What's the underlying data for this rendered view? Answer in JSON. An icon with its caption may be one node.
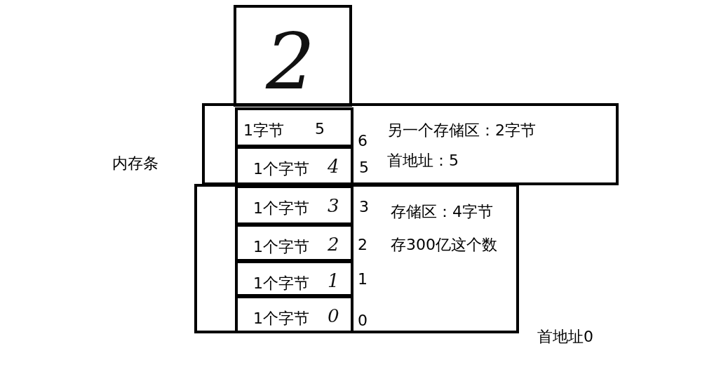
{
  "diagram": {
    "nodes": [
      {
        "text": [
          "2"
        ]
      },
      {
        "text": [
          "另一个存储区：2字节",
          "首地址：5"
        ]
      },
      {
        "text": [
          "1字节",
          "5"
        ],
        "in": 1
      },
      {
        "text": [
          "1个字节",
          "4"
        ],
        "in": 1
      },
      {
        "text": [
          "存储区：4字节",
          "存300亿这个数"
        ],
        "beside": [
          "首地址0"
        ]
      },
      {
        "text": [
          "1个字节",
          "3"
        ],
        "in": 4
      },
      {
        "text": [
          "1个字节",
          "2"
        ],
        "in": 4
      },
      {
        "text": [
          "1个字节",
          "1"
        ],
        "in": 4
      },
      {
        "text": [
          "1个字节",
          "0"
        ],
        "in": 4
      }
    ],
    "edges": [],
    "labels": [
      "6",
      "内存条",
      "5",
      "3",
      "2",
      "1",
      "0"
    ]
  }
}
